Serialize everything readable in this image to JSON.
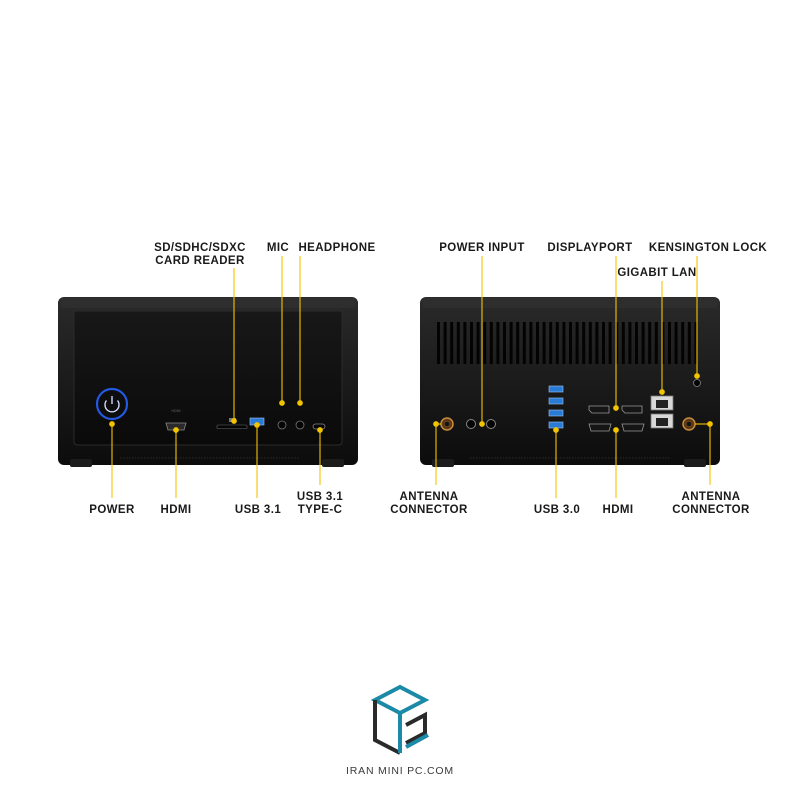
{
  "front_labels": {
    "sd_card_reader": [
      "SD/SDHC/SDXC",
      "CARD READER"
    ],
    "mic": "MIC",
    "headphone": "HEADPHONE",
    "power": "POWER",
    "hdmi": "HDMI",
    "usb31": "USB 3.1",
    "usb31_typec": [
      "USB 3.1",
      "TYPE-C"
    ]
  },
  "rear_labels": {
    "power_input": "POWER INPUT",
    "displayport": "DISPLAYPORT",
    "kensington_lock": "KENSINGTON LOCK",
    "gigabit_lan": "GIGABIT LAN",
    "antenna_left": [
      "ANTENNA",
      "CONNECTOR"
    ],
    "usb30": "USB 3.0",
    "hdmi": "HDMI",
    "antenna_right": [
      "ANTENNA",
      "CONNECTOR"
    ]
  },
  "brand": {
    "website": "IRAN MINI PC.COM"
  },
  "colors": {
    "callout": "#f2c400",
    "device_body": "#111111",
    "power_ring": "#1f4fd8",
    "usb_blue": "#2a7bd6",
    "logo_teal": "#1b8aa6",
    "logo_dark": "#2a2a2a"
  }
}
